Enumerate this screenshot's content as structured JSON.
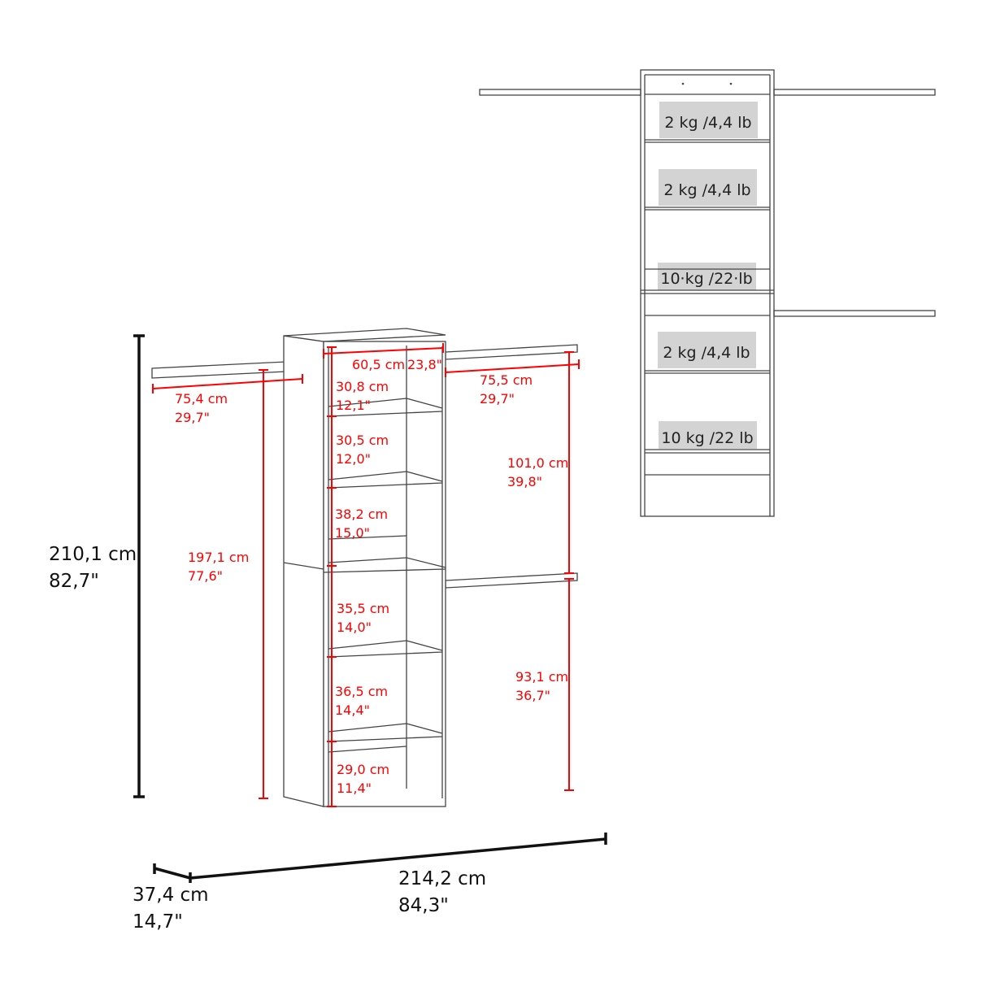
{
  "colors": {
    "dimension": "#ff0000",
    "overall": "#111111",
    "label_bg": "#d3d3d3"
  },
  "front": {
    "left_rod": {
      "cm": "75,4 cm",
      "in": "29,7\""
    },
    "left_rod_height": {
      "cm": "197,1 cm",
      "in": "77,6\""
    },
    "tower_width": {
      "cm": "60,5 cm",
      "in": "23,8\""
    },
    "right_rod": {
      "cm": "75,5 cm",
      "in": "29,7\""
    },
    "upper_rod_gap": {
      "cm": "101,0 cm",
      "in": "39,8\""
    },
    "lower_rod_height": {
      "cm": "93,1 cm",
      "in": "36,7\""
    },
    "shelves": [
      {
        "cm": "30,8 cm",
        "in": "12,1\""
      },
      {
        "cm": "30,5 cm",
        "in": "12,0\""
      },
      {
        "cm": "38,2 cm",
        "in": "15,0\""
      },
      {
        "cm": "35,5 cm",
        "in": "14,0\""
      },
      {
        "cm": "36,5 cm",
        "in": "14,4\""
      },
      {
        "cm": "29,0 cm",
        "in": "11,4\""
      }
    ]
  },
  "overall": {
    "height": {
      "cm": "210,1 cm",
      "in": "82,7\""
    },
    "depth": {
      "cm": "37,4 cm",
      "in": "14,7\""
    },
    "width": {
      "cm": "214,2 cm",
      "in": "84,3\""
    }
  },
  "load_labels": [
    "2 kg /4,4 lb",
    "2 kg /4,4 lb",
    "10·kg /22·lb",
    "2 kg /4,4 lb",
    "10 kg /22 lb"
  ]
}
